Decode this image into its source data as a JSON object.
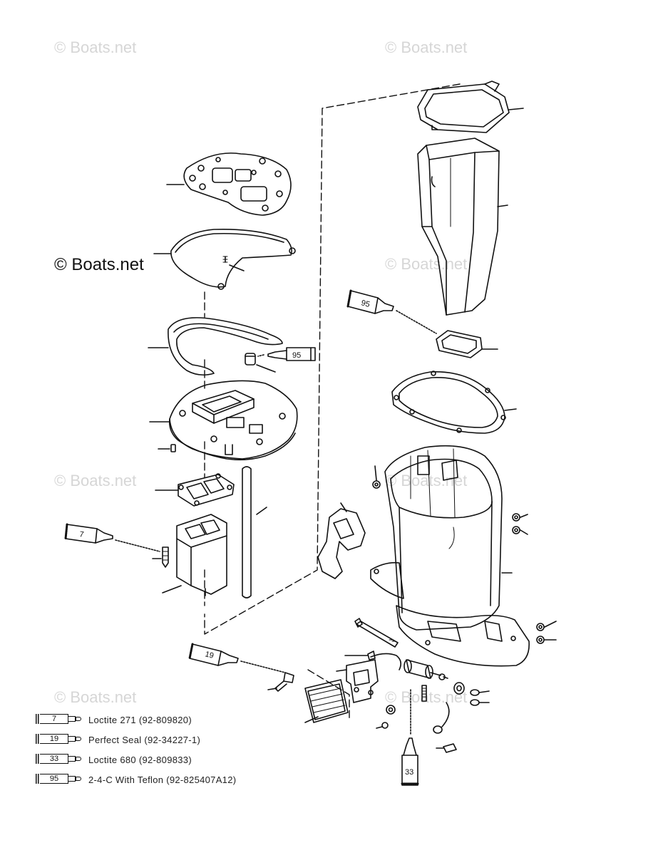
{
  "watermarks": {
    "main": "© Boats.net",
    "faint": "© Boats.net"
  },
  "tube_labels": {
    "tube_7": "7",
    "tube_19": "19",
    "tube_33": "33",
    "tube_95_left": "95",
    "tube_95_right": "95"
  },
  "legend": [
    {
      "number": "7",
      "label": "Loctite 271 (92-809820)"
    },
    {
      "number": "19",
      "label": "Perfect Seal (92-34227-1)"
    },
    {
      "number": "33",
      "label": "Loctite 680 (92-809833)"
    },
    {
      "number": "95",
      "label": "2-4-C  With Teflon (92-825407A12)"
    }
  ],
  "colors": {
    "line": "#111111",
    "watermark": "#d6d6d6"
  }
}
